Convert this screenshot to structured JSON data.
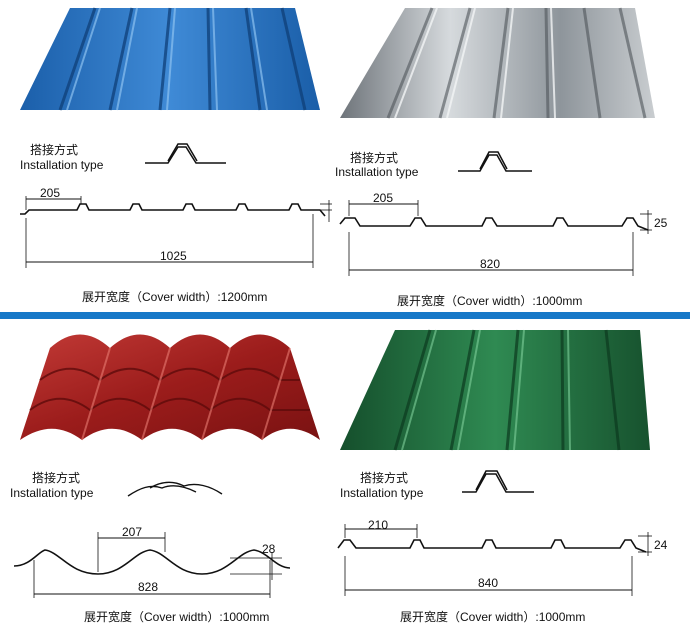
{
  "colors": {
    "blue": "#1f6fc0",
    "silver": "#9aa1a8",
    "red": "#a2201f",
    "green": "#1f6a3c",
    "divider": "#1778c8"
  },
  "panels": [
    {
      "id": "top-left",
      "install_cn": "搭接方式",
      "install_en": "Installation type",
      "pitch": "205",
      "total": "1025",
      "height": "",
      "cover": "展开宽度（Cover width）:1200mm"
    },
    {
      "id": "top-right",
      "install_cn": "搭接方式",
      "install_en": "Installation type",
      "pitch": "205",
      "total": "820",
      "height": "25",
      "cover": "展开宽度（Cover width）:1000mm"
    },
    {
      "id": "bottom-left",
      "install_cn": "搭接方式",
      "install_en": "Installation type",
      "pitch": "207",
      "total": "828",
      "height": "28",
      "cover": "展开宽度（Cover width）:1000mm"
    },
    {
      "id": "bottom-right",
      "install_cn": "搭接方式",
      "install_en": "Installation type",
      "pitch": "210",
      "total": "840",
      "height": "24",
      "cover": "展开宽度（Cover width）:1000mm"
    }
  ]
}
